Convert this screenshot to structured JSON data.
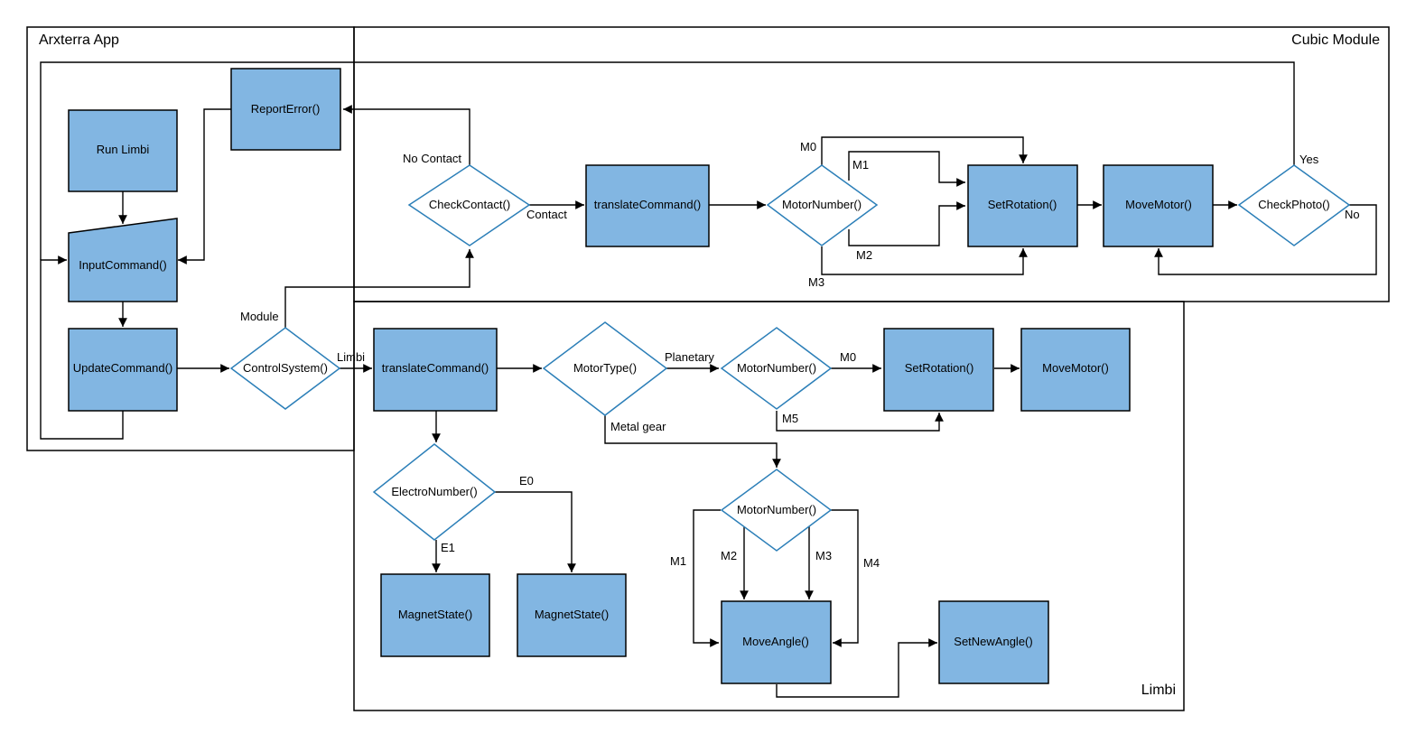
{
  "regions": {
    "arxterra_app": "Arxterra App",
    "cubic_module": "Cubic Module",
    "limbi": "Limbi"
  },
  "nodes": {
    "report_error": "ReportError()",
    "run_limbi": "Run Limbi",
    "input_command": "InputCommand()",
    "update_command": "UpdateCommand()",
    "control_system": "ControlSystem()",
    "check_contact": "CheckContact()",
    "translate_command_cubic": "translateCommand()",
    "motor_number_cubic": "MotorNumber()",
    "set_rotation_cubic": "SetRotation()",
    "move_motor_cubic": "MoveMotor()",
    "check_photo": "CheckPhoto()",
    "translate_command_limbi": "translateCommand()",
    "motor_type": "MotorType()",
    "motor_number_planetary": "MotorNumber()",
    "set_rotation_limbi": "SetRotation()",
    "move_motor_limbi": "MoveMotor()",
    "electro_number": "ElectroNumber()",
    "magnet_state_e1": "MagnetState()",
    "magnet_state_e0": "MagnetState()",
    "motor_number_metal": "MotorNumber()",
    "move_angle": "MoveAngle()",
    "set_new_angle": "SetNewAngle()"
  },
  "edge_labels": {
    "no_contact": "No Contact",
    "contact": "Contact",
    "module": "Module",
    "limbi": "Limbi",
    "m0_cubic": "M0",
    "m1_cubic": "M1",
    "m2_cubic": "M2",
    "m3_cubic": "M3",
    "yes": "Yes",
    "no": "No",
    "planetary": "Planetary",
    "metal_gear": "Metal gear",
    "m0_limbi": "M0",
    "m5": "M5",
    "e0": "E0",
    "e1": "E1",
    "m1_limbi": "M1",
    "m2_limbi": "M2",
    "m3_limbi": "M3",
    "m4": "M4"
  },
  "colors": {
    "process_fill": "#82b6e2",
    "decision_stroke": "#2c7fb8",
    "line": "#000000"
  }
}
